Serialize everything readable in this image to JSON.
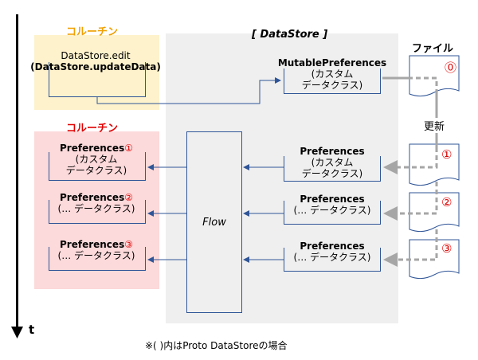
{
  "axis": {
    "label": "t"
  },
  "coroutine_top": {
    "title": "コルーチン",
    "title_color": "#f0a000",
    "node": {
      "line1": "DataStore.edit",
      "line2": "(DataStore.updateData)"
    }
  },
  "coroutine_bottom": {
    "title": "コルーチン",
    "title_color": "#e00000",
    "nodes": [
      {
        "title": "Preferences",
        "num": "①",
        "line2": "(カスタム",
        "line3": "データクラス)"
      },
      {
        "title": "Preferences",
        "num": "②",
        "line2": "(… データクラス)"
      },
      {
        "title": "Preferences",
        "num": "③",
        "line2": "(… データクラス)"
      }
    ]
  },
  "datastore": {
    "title": "[ DataStore ]",
    "mutable": {
      "title": "MutablePreferences",
      "line2": "(カスタム",
      "line3": "データクラス)"
    },
    "prefs": [
      {
        "title": "Preferences",
        "line2": "(カスタム",
        "line3": "データクラス)"
      },
      {
        "title": "Preferences",
        "line2": "(… データクラス)"
      },
      {
        "title": "Preferences",
        "line2": "(… データクラス)"
      }
    ],
    "flow": "Flow"
  },
  "file": {
    "title": "ファイル",
    "update_label": "更新",
    "nums": [
      "⓪",
      "①",
      "②",
      "③"
    ]
  },
  "footnote": "※( )内はProto DataStoreの場合",
  "colors": {
    "arrow_blue": "#2f5597",
    "arrow_gray": "#a6a6a6",
    "red": "#e00000"
  }
}
